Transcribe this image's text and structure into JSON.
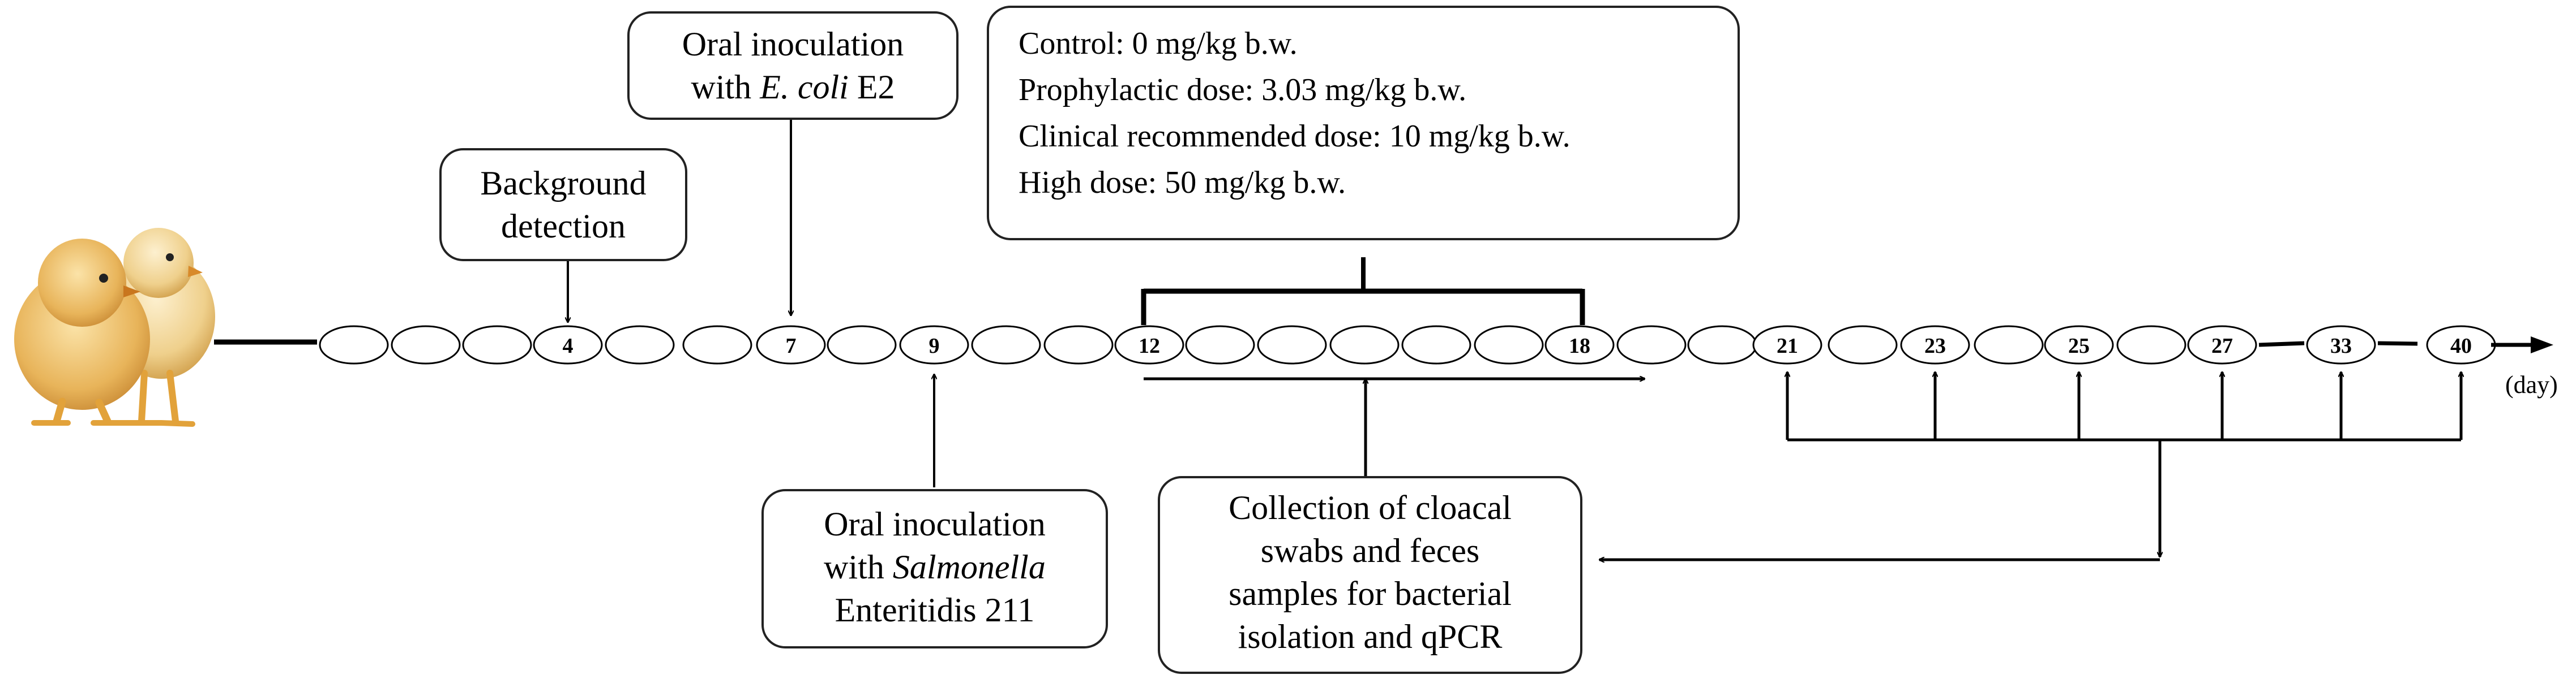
{
  "timeline": {
    "labeled_days": [
      "4",
      "7",
      "9",
      "12",
      "18",
      "21",
      "23",
      "25",
      "27",
      "33",
      "40"
    ],
    "unit_label": "(day)"
  },
  "boxes": {
    "background": {
      "lines": [
        "Background",
        "detection"
      ]
    },
    "ecoli": {
      "line1": "Oral inoculation",
      "line2_prefix": "with ",
      "line2_italic": "E. coli",
      "line2_suffix": " E2"
    },
    "salmonella": {
      "line1": "Oral inoculation",
      "line2_prefix": "with ",
      "line2_italic": "Salmonella",
      "line3": "Enteritidis  211"
    },
    "doses": {
      "lines": [
        "Control: 0 mg/kg b.w.",
        "Prophylactic dose: 3.03 mg/kg b.w.",
        "Clinical  recommended dose: 10 mg/kg b.w.",
        "High dose: 50 mg/kg  b.w."
      ]
    },
    "collection": {
      "lines": [
        "Collection of cloacal",
        "swabs and feces",
        "samples for bacterial",
        "isolation and qPCR"
      ]
    }
  },
  "colors": {
    "line": "#000000",
    "box_border": "#222222",
    "chick_body": "#e8b45a",
    "chick_legs": "#e2a23a"
  }
}
